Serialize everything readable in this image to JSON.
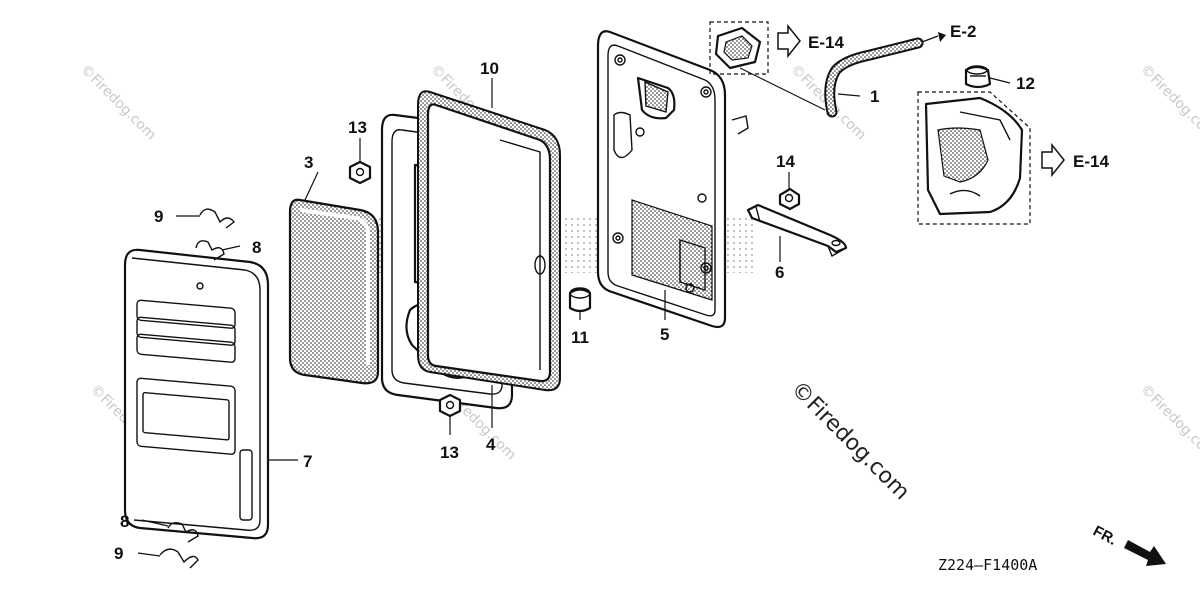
{
  "callouts": {
    "c1": "1",
    "c3": "3",
    "c4": "4",
    "c5": "5",
    "c6": "6",
    "c7": "7",
    "c8a": "8",
    "c8b": "8",
    "c9a": "9",
    "c9b": "9",
    "c10": "10",
    "c11": "11",
    "c12": "12",
    "c13a": "13",
    "c13b": "13",
    "c14": "14"
  },
  "refs": {
    "e14a": "E-14",
    "e14b": "E-14",
    "e2": "E-2"
  },
  "diagram_code": "Z224–F1400A",
  "front_label": "FR.",
  "watermark": "©Firedog.com",
  "colors": {
    "line": "#111111",
    "screen": "#bbbbbb",
    "watermark": "#c8c8c8"
  }
}
